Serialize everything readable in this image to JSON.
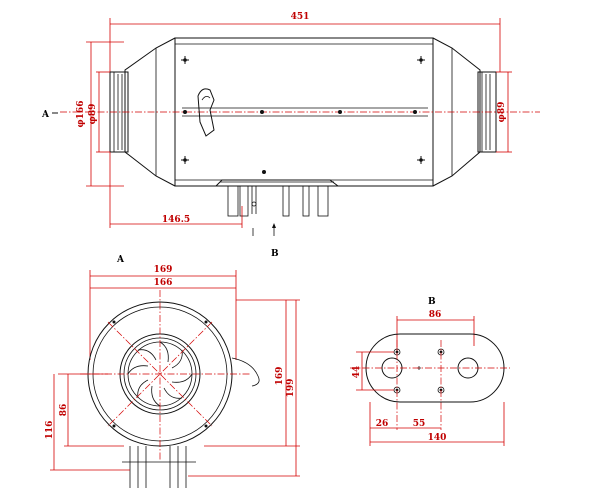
{
  "views": {
    "top_marker": "A",
    "label_a": "A",
    "label_b": "B",
    "label_b_top": "B"
  },
  "dimensions": {
    "overall_length": "451",
    "inlet_dia": "φ166",
    "inlet_dia2": "φ89",
    "outlet_dia": "φ89",
    "offset_left": "146.5",
    "a_width_outer": "169",
    "a_width_inner": "166",
    "a_height_1": "169",
    "a_height_2": "199",
    "a_left_1": "116",
    "a_left_2": "86",
    "b_top": "86",
    "b_height": "44",
    "b_offset": "26",
    "b_spacing": "55",
    "b_total": "140"
  }
}
